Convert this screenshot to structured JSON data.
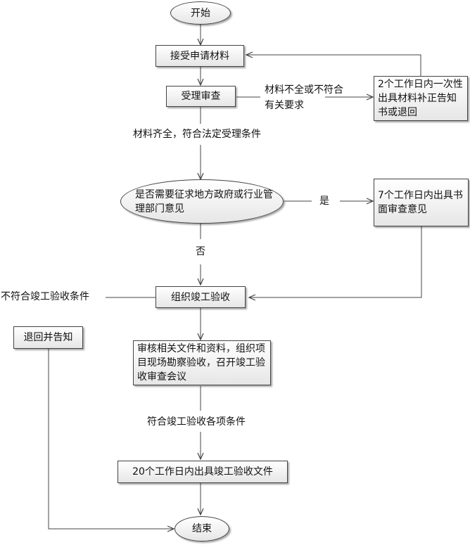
{
  "nodes": {
    "start": "开始",
    "receive": "接受申请材料",
    "review": "受理审查",
    "supplement_notice": "2个工作日内一次性出具材料补正告知书或退回",
    "consult_question": "是否需要征求地方政府或行业管理部门意见",
    "written_opinion": "7个工作日内出具书面审查意见",
    "organize_inspection": "组织竣工验收",
    "return_notify": "退回并告知",
    "audit_meeting": "审核相关文件和资料，组织项目现场勘察验收，召开竣工验收审查会议",
    "issue_document": "20个工作日内出具竣工验收文件",
    "end": "结束"
  },
  "labels": {
    "incomplete": "材料不全或不符合有关要求",
    "complete": "材料齐全，符合法定受理条件",
    "yes": "是",
    "no": "否",
    "not_qualified": "不符合竣工验收条件",
    "qualified": "符合竣工验收各项条件"
  },
  "colors": {
    "line": "#444444",
    "fill_top": "#ffffff",
    "fill_bottom": "#e6e6e6"
  }
}
